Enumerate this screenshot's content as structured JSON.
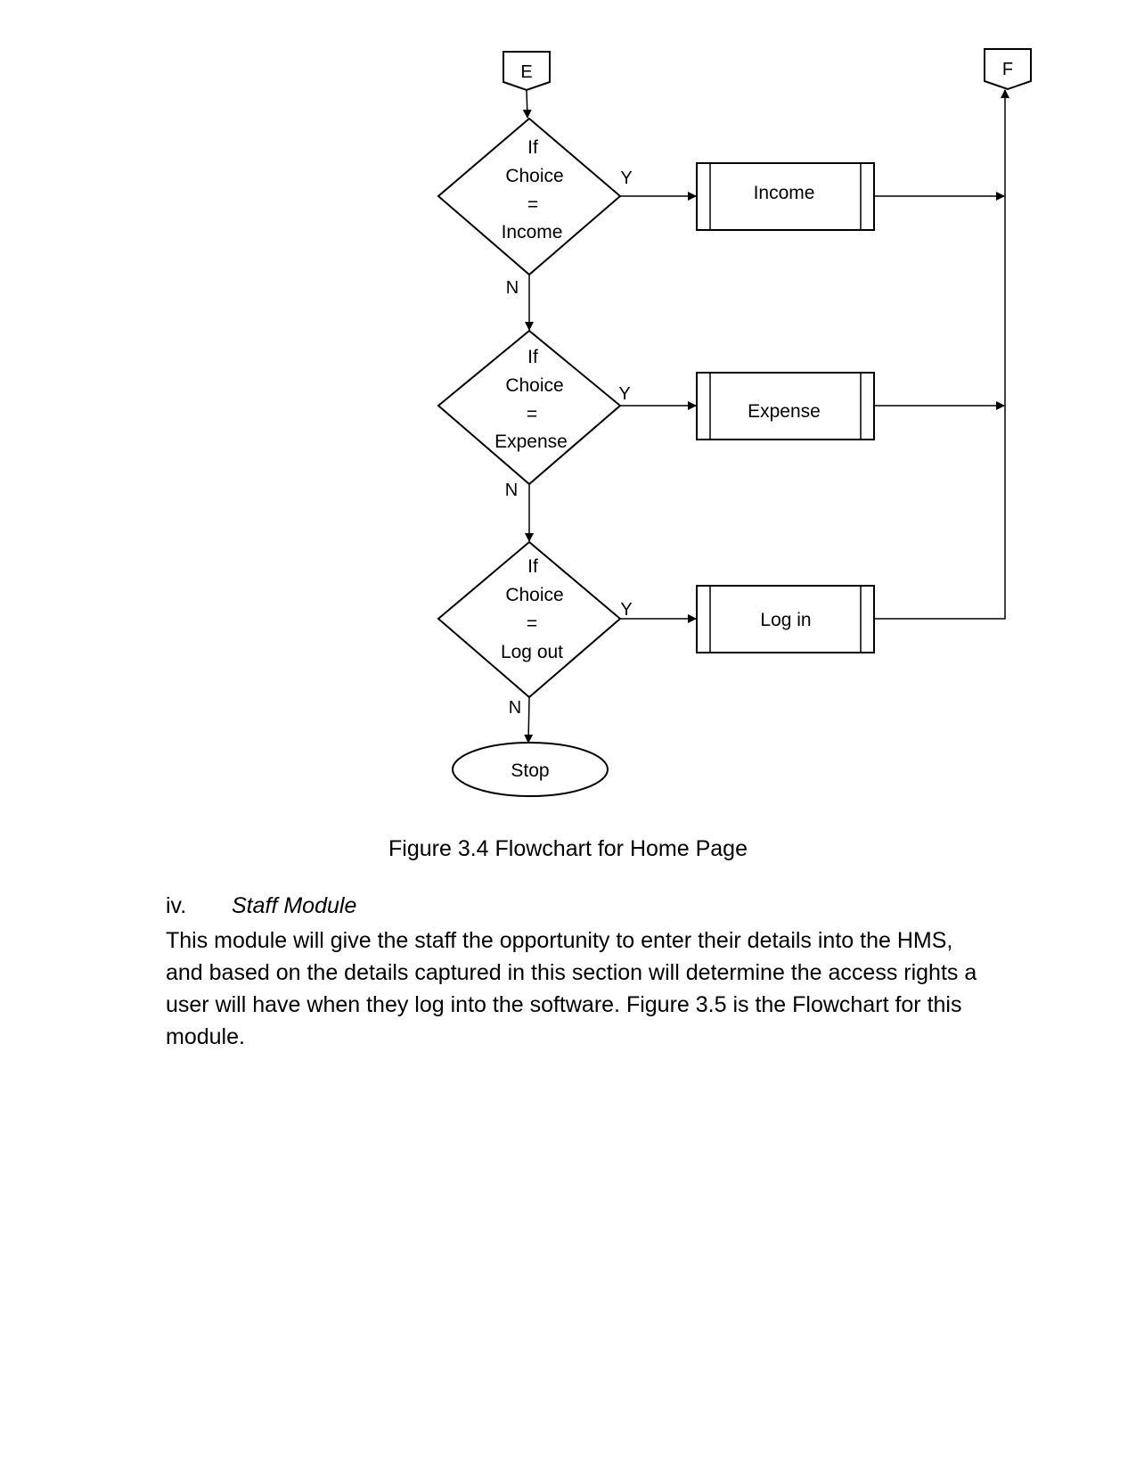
{
  "diagram": {
    "connectors": {
      "top_left": "E",
      "top_right": "F"
    },
    "decisions": [
      {
        "lines": [
          "If",
          "Choice",
          "=",
          "Income"
        ],
        "yes": "Y",
        "no": "N"
      },
      {
        "lines": [
          "If",
          "Choice",
          "=",
          "Expense"
        ],
        "yes": "Y",
        "no": "N"
      },
      {
        "lines": [
          "If",
          "Choice",
          "=",
          "Log out"
        ],
        "yes": "Y",
        "no": "N"
      }
    ],
    "processes": [
      "Income",
      "Expense",
      "Log in"
    ],
    "terminal": "Stop"
  },
  "caption": "Figure 3.4 Flowchart for Home Page",
  "section": {
    "number": "iv.",
    "title": "Staff Module",
    "body": "This module will give the staff the opportunity to enter their details into the HMS, and based on the details captured in this section will determine the access rights a user will have when they log into the software. Figure 3.5 is the Flowchart for this module."
  }
}
